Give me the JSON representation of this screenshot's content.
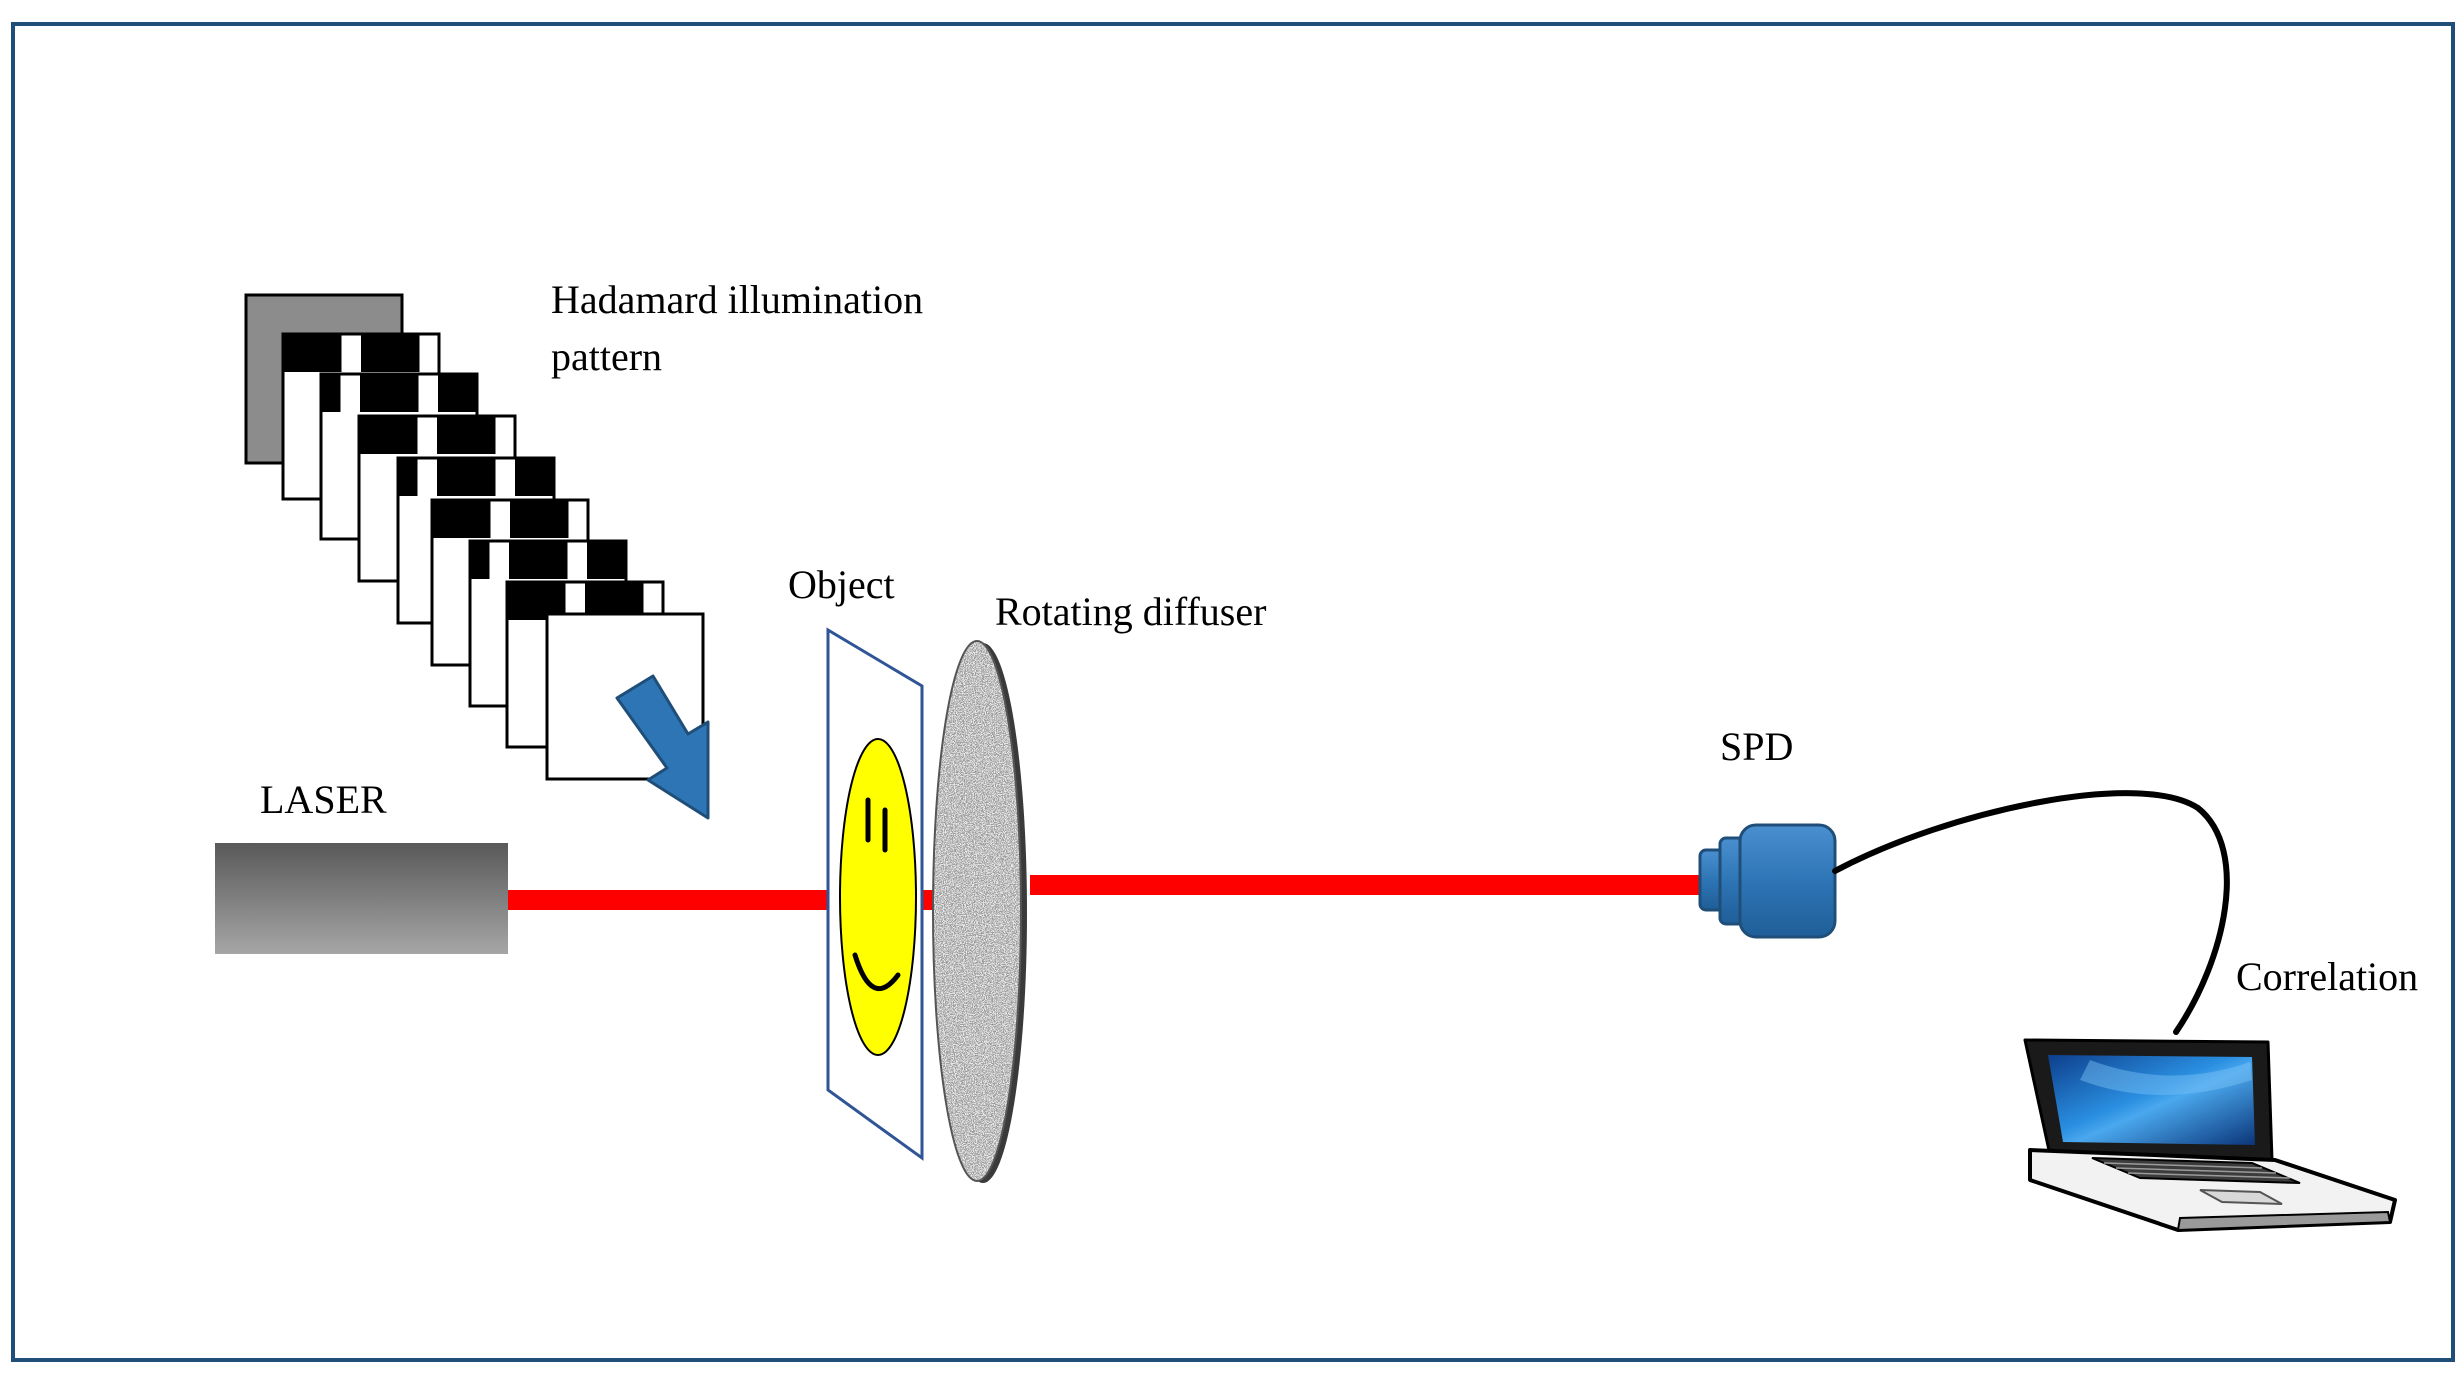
{
  "labels": {
    "hadamard_line1": "Hadamard illumination",
    "hadamard_line2": "pattern",
    "object": "Object",
    "diffuser": "Rotating diffuser",
    "laser": "LASER",
    "spd": "SPD",
    "correlation": "Correlation"
  },
  "colors": {
    "frame": "#1f4e79",
    "beam": "#ff0000",
    "laser_body_top": "#5a5a5a",
    "laser_body_bottom": "#9a9a9a",
    "arrow": "#2e75b6",
    "arrow_edge": "#1f4e79",
    "object_frame": "#2f5597",
    "smiley": "#ffff00",
    "spd": "#2e75b6",
    "spd_edge": "#1f4e79",
    "pattern_back": "#8c8c8c"
  },
  "icons": {
    "laser": "laser-icon",
    "arrow": "arrow-down-right-icon",
    "smiley": "smiley-face-icon",
    "diffuser": "diffuser-disk-icon",
    "spd": "detector-icon",
    "laptop": "laptop-icon"
  }
}
